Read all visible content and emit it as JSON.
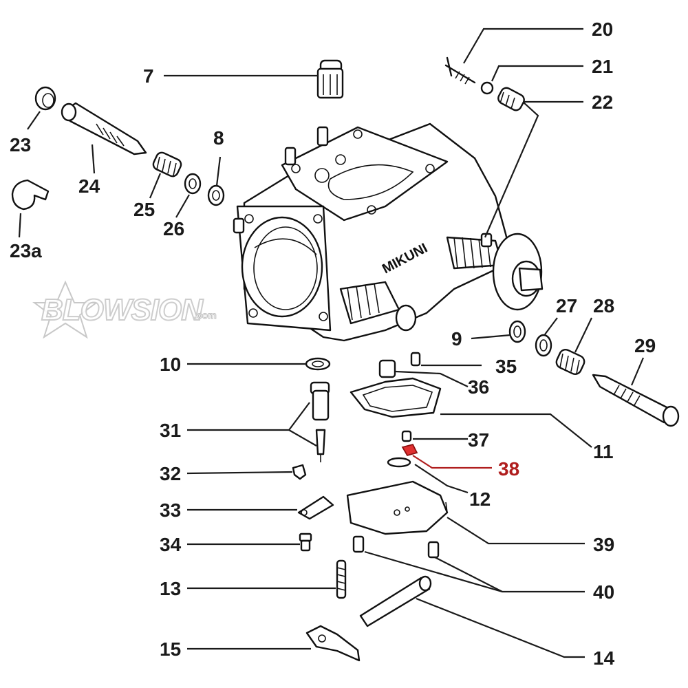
{
  "watermark": {
    "text": "BLOWSION",
    "suffix": ".com"
  },
  "brand_on_part": "MIKUNI",
  "highlight_color": "#b01e1e",
  "labels": [
    "7",
    "8",
    "9",
    "10",
    "11",
    "12",
    "13",
    "14",
    "15",
    "20",
    "21",
    "22",
    "23",
    "23a",
    "24",
    "25",
    "26",
    "27",
    "28",
    "29",
    "31",
    "32",
    "33",
    "34",
    "35",
    "36",
    "37",
    "38",
    "39",
    "40"
  ]
}
